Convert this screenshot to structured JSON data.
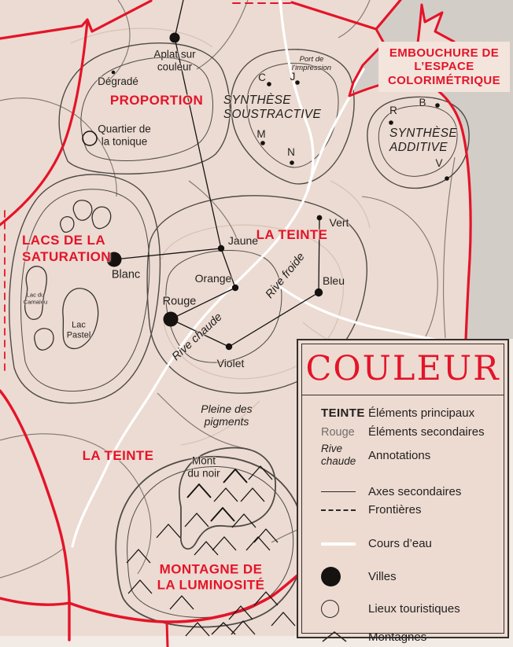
{
  "palette": {
    "red": "#e41429",
    "map_background": "#ecdbd2",
    "paper": "#f2eae4",
    "sea_gray": "#d3cdc7",
    "ink": "#211f1d",
    "river_white": "#ffffff"
  },
  "regions": {
    "proportion": "PROPORTION",
    "soustractive": "SYNTHÈSE\nSOUSTRACTIVE",
    "additive": "SYNTHÈSE\nADDITIVE",
    "embouchure": "EMBOUCHURE\nDE L’ESPACE\nCOLORIMÉTRIQUE",
    "lacs": "LACS DE LA\nSATURATION",
    "teinte_center": "LA TEINTE",
    "teinte_south": "LA TEINTE",
    "montagne": "MONTAGNE DE\nLA LUMINOSITÉ"
  },
  "cities": {
    "aplat": "Aplat sur\ncouleur",
    "blanc": "Blanc",
    "rouge": "Rouge"
  },
  "towns": {
    "degrade": "Dégradé",
    "c": "C",
    "j": "J",
    "m": "M",
    "n": "N",
    "r": "R",
    "b": "B",
    "v": "V",
    "jaune": "Jaune",
    "orange": "Orange",
    "vert": "Vert",
    "bleu": "Bleu",
    "violet": "Violet"
  },
  "places": {
    "quartier": "Quartier de\nla tonique"
  },
  "annotations": {
    "port": "Port de\nl’impression",
    "rive_chaude": "Rive chaude",
    "rive_froide": "Rive froide",
    "pleine": "Pleine des\npigments",
    "camaieu": "Lac du\nCamaïeu",
    "pastel": "Lac\nPastel",
    "mont_noir": "Mont\ndu noir"
  },
  "legend": {
    "title": "COULEUR",
    "samples": {
      "principal": "TEINTE",
      "secondary": "Rouge",
      "annotation": "Rive\nchaude"
    },
    "labels": {
      "principal": "Éléments principaux",
      "secondary": "Éléments secondaires",
      "annotation": "Annotations",
      "axes": "Axes secondaires",
      "frontieres": "Frontières",
      "river": "Cours d’eau",
      "villes": "Villes",
      "lieux": "Lieux touristiques",
      "montagnes": "Montagnes"
    }
  }
}
